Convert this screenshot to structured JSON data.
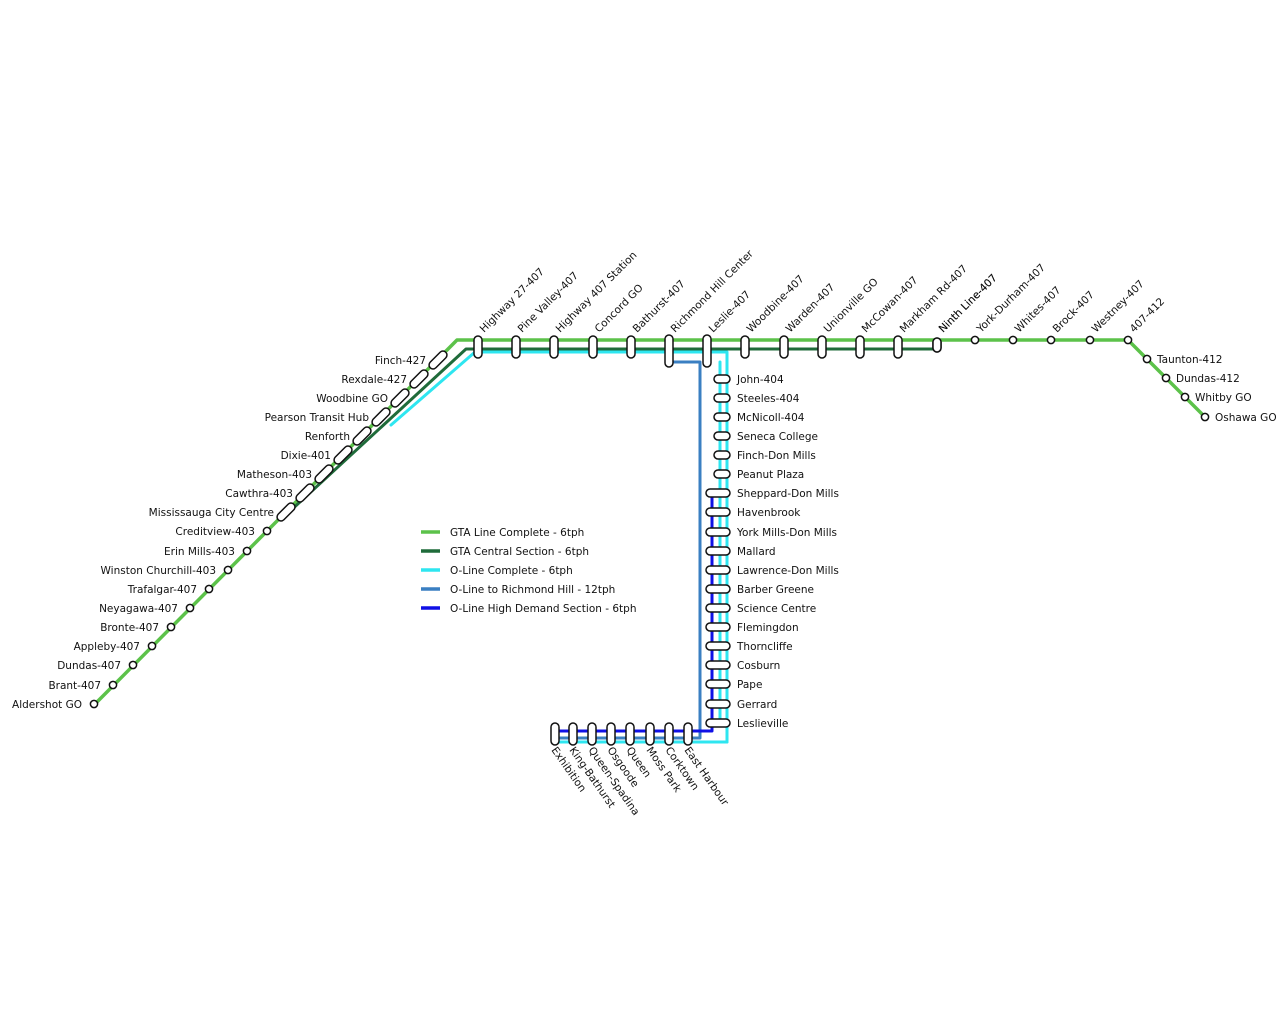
{
  "colors": {
    "gta_line": "#5cc24a",
    "gta_central": "#1f6b3a",
    "oline_complete": "#2ee6f0",
    "oline_richmond": "#3a7fc2",
    "oline_high": "#1010e6"
  },
  "legend": [
    {
      "label": "GTA Line Complete - 6tph",
      "color_key": "gta_line"
    },
    {
      "label": "GTA Central Section - 6tph",
      "color_key": "gta_central"
    },
    {
      "label": "O-Line Complete - 6tph",
      "color_key": "oline_complete"
    },
    {
      "label": "O-Line to Richmond Hill - 12tph",
      "color_key": "oline_richmond"
    },
    {
      "label": "O-Line High Demand Section - 6tph",
      "color_key": "oline_high"
    }
  ],
  "west_stations": [
    "Finch-427",
    "Rexdale-427",
    "Woodbine GO",
    "Pearson Transit Hub",
    "Renforth",
    "Dixie-401",
    "Matheson-403",
    "Cawthra-403",
    "Mississauga City Centre",
    "Creditview-403",
    "Erin Mills-403",
    "Winston Churchill-403",
    "Trafalgar-407",
    "Neyagawa-407",
    "Bronte-407",
    "Appleby-407",
    "Dundas-407",
    "Brant-407",
    "Aldershot GO"
  ],
  "north_stations": [
    "Highway 27-407",
    "Pine Valley-407",
    "Highway 407 Station",
    "Concord GO",
    "Bathurst-407",
    "Richmond Hill Center",
    "Leslie-407",
    "Woodbine-407",
    "Warden-407",
    "Unionville GO",
    "McCowan-407",
    "Markham Rd-407",
    "Ninth Line-407",
    "York-Durham-407",
    "Whites-407",
    "Brock-407",
    "Westney-407",
    "407-412"
  ],
  "east_stations": [
    "Taunton-412",
    "Dundas-412",
    "Whitby GO",
    "Oshawa GO"
  ],
  "oline_stations": [
    "John-404",
    "Steeles-404",
    "McNicoll-404",
    "Seneca College",
    "Finch-Don Mills",
    "Peanut Plaza",
    "Sheppard-Don Mills",
    "Havenbrook",
    "York Mills-Don Mills",
    "Mallard",
    "Lawrence-Don Mills",
    "Barber Greene",
    "Science Centre",
    "Flemingdon",
    "Thorncliffe",
    "Cosburn",
    "Pape",
    "Gerrard",
    "Leslieville"
  ],
  "downtown_stations": [
    "East Harbour",
    "Corktown",
    "Moss Park",
    "Queen",
    "Osgoode",
    "Queen-Spadina",
    "King-Bathurst",
    "Exhibition"
  ]
}
